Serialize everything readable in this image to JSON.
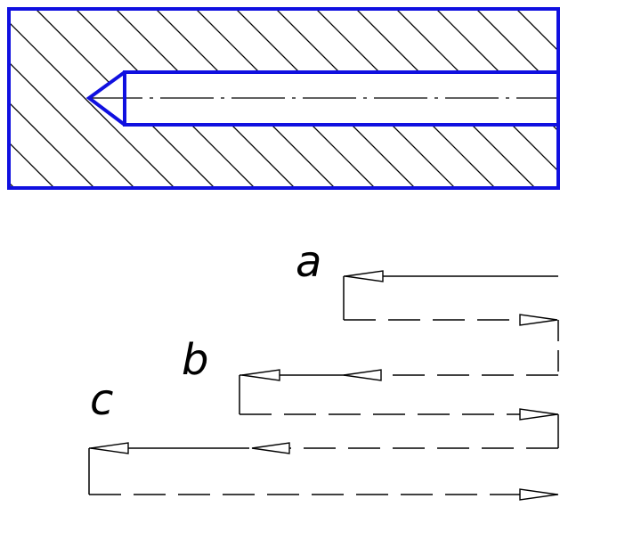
{
  "colors": {
    "outline": "#1010e0",
    "hatch": "#000000",
    "path": "#000000",
    "background": "#ffffff"
  },
  "labels": {
    "a": "a",
    "b": "b",
    "c": "c"
  }
}
